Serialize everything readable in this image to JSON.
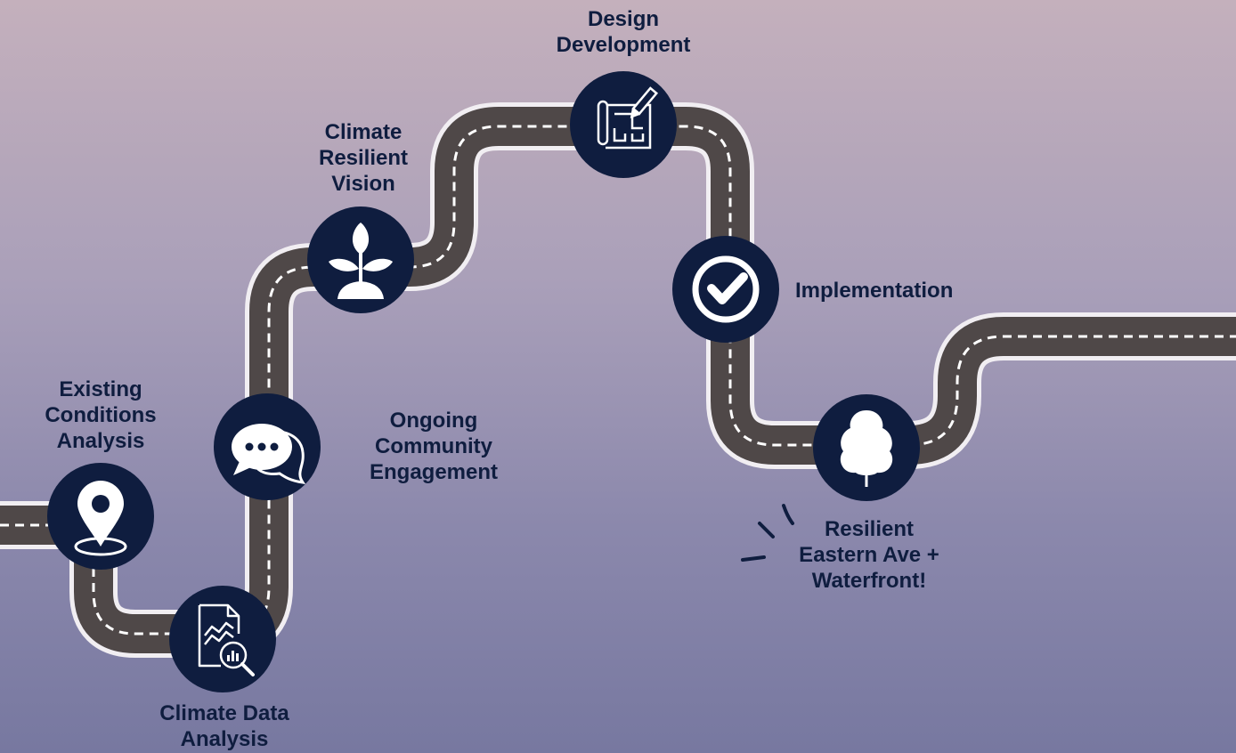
{
  "steps": [
    {
      "id": "existing",
      "lines": [
        "Existing",
        "Conditions",
        "Analysis"
      ],
      "icon": "map-pin-icon"
    },
    {
      "id": "climate-data",
      "lines": [
        "Climate Data",
        "Analysis"
      ],
      "icon": "data-report-magnifier-icon"
    },
    {
      "id": "engagement",
      "lines": [
        "Ongoing",
        "Community",
        "Engagement"
      ],
      "icon": "speech-bubbles-icon"
    },
    {
      "id": "vision",
      "lines": [
        "Climate",
        "Resilient",
        "Vision"
      ],
      "icon": "sprout-icon"
    },
    {
      "id": "design",
      "lines": [
        "Design",
        "Development"
      ],
      "icon": "blueprint-pencil-icon"
    },
    {
      "id": "implementation",
      "lines": [
        "Implementation"
      ],
      "icon": "checkmark-circle-icon"
    },
    {
      "id": "resilient",
      "lines": [
        "Resilient",
        "Eastern Ave +",
        "Waterfront!"
      ],
      "icon": "tree-icon"
    }
  ],
  "colors": {
    "road": "#4f4848",
    "road_edge": "#f1eef2",
    "dash": "#ffffff",
    "node": "#0f1d3f",
    "icon": "#ffffff",
    "text": "#0f1d3f"
  }
}
